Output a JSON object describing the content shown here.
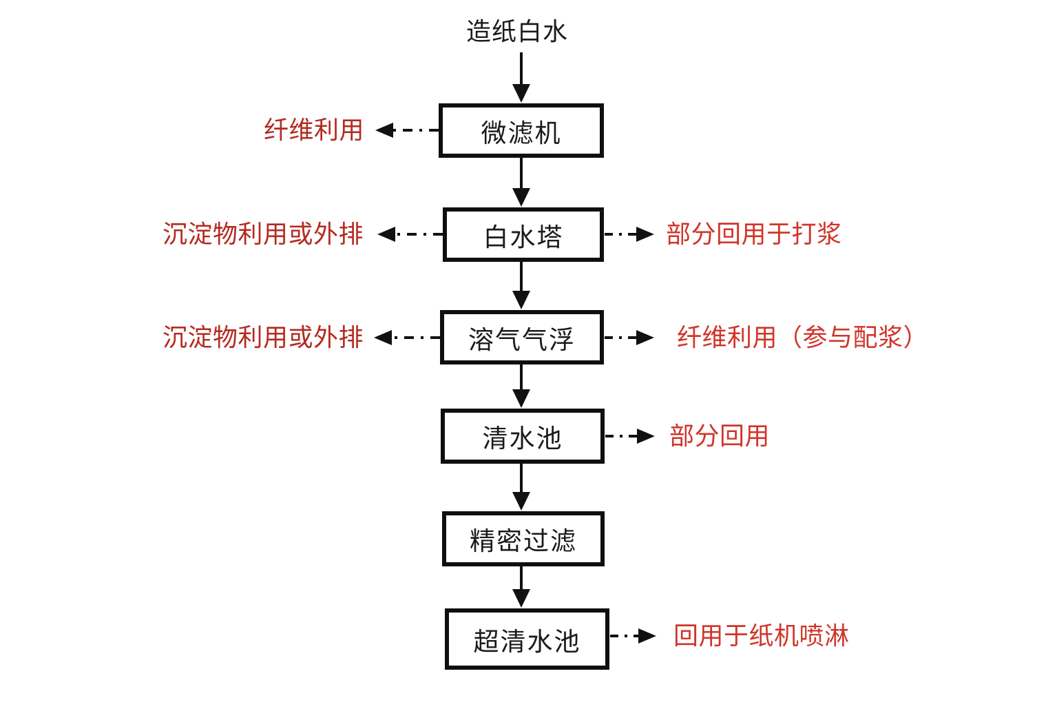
{
  "title": "造纸白水",
  "colors": {
    "box_border": "#0f0f0f",
    "box_text": "#1b1b1b",
    "left_label_red": "#b42a20",
    "right_label_red": "#d0352a",
    "arrow_black": "#111111",
    "background": "#ffffff"
  },
  "nodes": [
    {
      "label": "微滤机"
    },
    {
      "label": "白水塔"
    },
    {
      "label": "溶气气浮"
    },
    {
      "label": "清水池"
    },
    {
      "label": "精密过滤"
    },
    {
      "label": "超清水池"
    }
  ],
  "left_outputs": [
    {
      "from": "微滤机",
      "label": "纤维利用"
    },
    {
      "from": "白水塔",
      "label": "沉淀物利用或外排"
    },
    {
      "from": "溶气气浮",
      "label": "沉淀物利用或外排"
    }
  ],
  "right_outputs": [
    {
      "from": "白水塔",
      "label": "部分回用于打浆"
    },
    {
      "from": "溶气气浮",
      "label": "纤维利用（参与配浆）"
    },
    {
      "from": "清水池",
      "label": "部分回用"
    },
    {
      "from": "超清水池",
      "label": "回用于纸机喷淋"
    }
  ],
  "arrow_styles": {
    "main_flow": "solid",
    "side_outputs": "dash-dot"
  }
}
